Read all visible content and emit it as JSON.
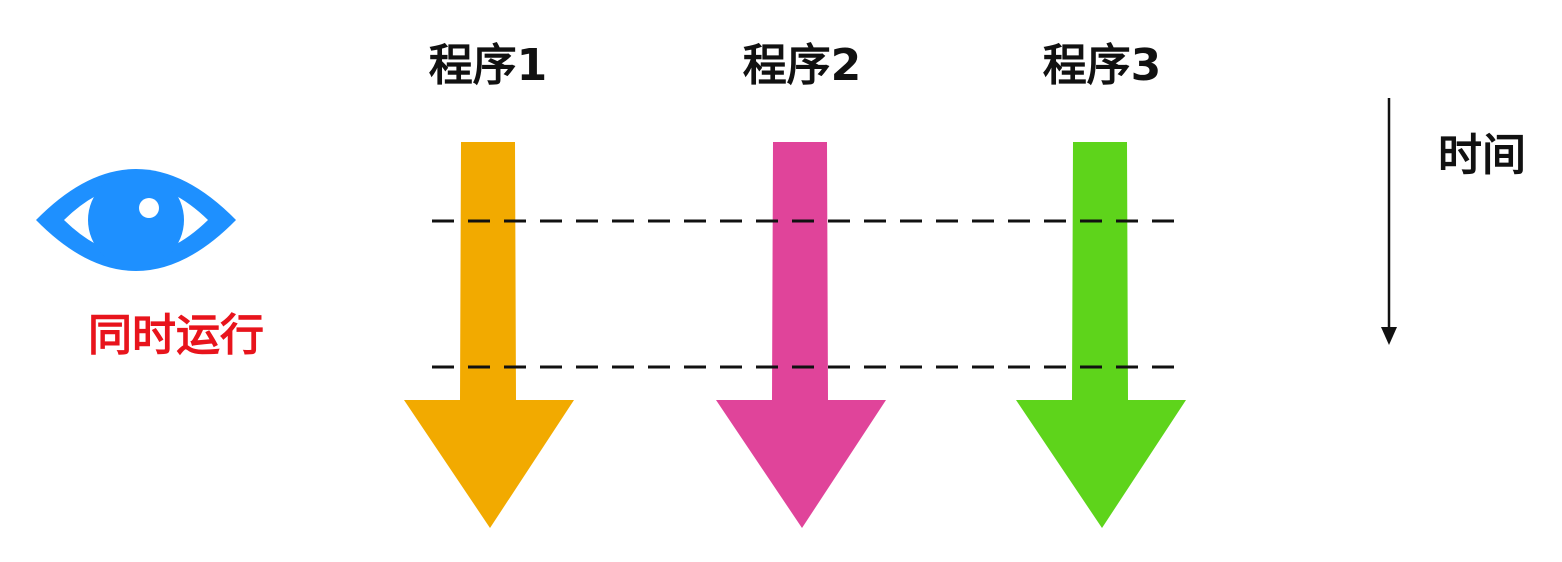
{
  "programs": [
    {
      "label": "程序1",
      "color": "#F2AA00"
    },
    {
      "label": "程序2",
      "color": "#E0449A"
    },
    {
      "label": "程序3",
      "color": "#5ED41B"
    }
  ],
  "time_axis": {
    "label": "时间"
  },
  "observer": {
    "icon": "eye-icon",
    "icon_color": "#1E90FF",
    "caption": "同时运行",
    "caption_color": "#E8141C"
  }
}
